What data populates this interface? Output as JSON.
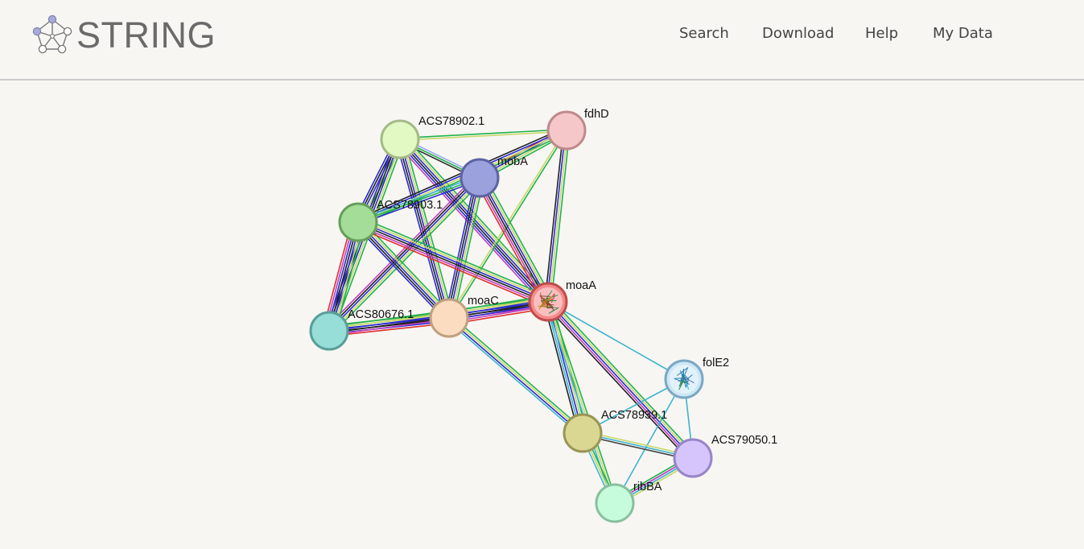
{
  "app": {
    "name": "STRING",
    "logo_icon": "network-logo-icon"
  },
  "nav": {
    "items": [
      {
        "id": "search",
        "label": "Search"
      },
      {
        "id": "download",
        "label": "Download"
      },
      {
        "id": "help",
        "label": "Help"
      },
      {
        "id": "mydata",
        "label": "My Data"
      }
    ]
  },
  "network": {
    "nodes": [
      {
        "id": "ACS78902.1",
        "label": "ACS78902.1",
        "fill": "#e2f9c4",
        "stroke": "#a4bb86"
      },
      {
        "id": "fdhD",
        "label": "fdhD",
        "fill": "#f6c7c9",
        "stroke": "#be8a8c"
      },
      {
        "id": "mobA",
        "label": "mobA",
        "fill": "#9aa1dd",
        "stroke": "#5c63a3"
      },
      {
        "id": "ACS78903.1",
        "label": "ACS78903.1",
        "fill": "#a3dd97",
        "stroke": "#65a059"
      },
      {
        "id": "ACS80676.1",
        "label": "ACS80676.1",
        "fill": "#96ded7",
        "stroke": "#589f99"
      },
      {
        "id": "moaC",
        "label": "moaC",
        "fill": "#fbdcc0",
        "stroke": "#bea080"
      },
      {
        "id": "moaA",
        "label": "moaA",
        "fill": "#f58b8b",
        "stroke": "#c04c4c",
        "has_structure": true
      },
      {
        "id": "folE2",
        "label": "folE2",
        "fill": "#cde7f5",
        "stroke": "#7aa8c5",
        "has_structure": true
      },
      {
        "id": "ACS78939.1",
        "label": "ACS78939.1",
        "fill": "#dad792",
        "stroke": "#999656"
      },
      {
        "id": "ACS79050.1",
        "label": "ACS79050.1",
        "fill": "#d6c4fd",
        "stroke": "#9785c8"
      },
      {
        "id": "ribBA",
        "label": "ribBA",
        "fill": "#c6fcdb",
        "stroke": "#88c09d"
      }
    ],
    "edges": [
      {
        "source": "ACS78902.1",
        "target": "fdhD",
        "colors": [
          "#23b24b",
          "#c8d96a"
        ]
      },
      {
        "source": "ACS78902.1",
        "target": "mobA",
        "colors": [
          "#9da6ff",
          "#23b24b",
          "#2c2c2c"
        ]
      },
      {
        "source": "ACS78902.1",
        "target": "ACS78903.1",
        "colors": [
          "#23b24b",
          "#c8d96a",
          "#2b2bd1",
          "#222",
          "#2b2bd1"
        ]
      },
      {
        "source": "ACS78902.1",
        "target": "ACS80676.1",
        "colors": [
          "#23b24b",
          "#c8d96a",
          "#2b2bd1",
          "#222",
          "#2b2bd1"
        ]
      },
      {
        "source": "ACS78902.1",
        "target": "moaC",
        "colors": [
          "#23b24b",
          "#c8d96a",
          "#2b2bd1",
          "#222",
          "#2b2bd1"
        ]
      },
      {
        "source": "ACS78902.1",
        "target": "moaA",
        "colors": [
          "#23b24b",
          "#c8d96a",
          "#2b2bd1",
          "#222",
          "#2b2bd1",
          "#c040c0"
        ]
      },
      {
        "source": "fdhD",
        "target": "mobA",
        "colors": [
          "#23b24b",
          "#c8d96a",
          "#2b2bd1",
          "#e03030"
        ]
      },
      {
        "source": "fdhD",
        "target": "ACS78903.1",
        "colors": [
          "#23b24b",
          "#c8d96a",
          "#2b2bd1",
          "#222"
        ]
      },
      {
        "source": "fdhD",
        "target": "moaC",
        "colors": [
          "#23b24b",
          "#c8d96a"
        ]
      },
      {
        "source": "fdhD",
        "target": "moaA",
        "colors": [
          "#23b24b",
          "#c8d96a",
          "#2b2bd1",
          "#222"
        ]
      },
      {
        "source": "mobA",
        "target": "ACS78903.1",
        "colors": [
          "#2b2bd1",
          "#23b24b",
          "#3db4d0"
        ]
      },
      {
        "source": "mobA",
        "target": "ACS80676.1",
        "colors": [
          "#23b24b",
          "#c8d96a",
          "#2b2bd1",
          "#222",
          "#c040c0"
        ]
      },
      {
        "source": "mobA",
        "target": "moaC",
        "colors": [
          "#23b24b",
          "#c8d96a",
          "#2b2bd1",
          "#222",
          "#2b2bd1"
        ]
      },
      {
        "source": "mobA",
        "target": "moaA",
        "colors": [
          "#23b24b",
          "#c8d96a",
          "#2b2bd1",
          "#222",
          "#c040c0",
          "#e03030"
        ]
      },
      {
        "source": "ACS78903.1",
        "target": "ACS80676.1",
        "colors": [
          "#23b24b",
          "#c8d96a",
          "#2b2bd1",
          "#222",
          "#2b2bd1",
          "#c040c0",
          "#e03030"
        ]
      },
      {
        "source": "ACS78903.1",
        "target": "moaC",
        "colors": [
          "#23b24b",
          "#c8d96a",
          "#2b2bd1",
          "#222",
          "#2b2bd1"
        ]
      },
      {
        "source": "ACS78903.1",
        "target": "moaA",
        "colors": [
          "#23b24b",
          "#c8d96a",
          "#2b2bd1",
          "#222",
          "#c040c0",
          "#e03030"
        ]
      },
      {
        "source": "ACS80676.1",
        "target": "moaC",
        "colors": [
          "#23b24b",
          "#c8d96a",
          "#2b2bd1",
          "#222",
          "#2b2bd1",
          "#e03030"
        ]
      },
      {
        "source": "ACS80676.1",
        "target": "moaA",
        "colors": [
          "#23b24b",
          "#c8d96a",
          "#2b2bd1",
          "#222",
          "#c040c0"
        ]
      },
      {
        "source": "moaC",
        "target": "moaA",
        "colors": [
          "#23b24b",
          "#c8d96a",
          "#2b2bd1",
          "#222",
          "#2b2bd1",
          "#c040c0",
          "#e03030"
        ]
      },
      {
        "source": "moaC",
        "target": "ACS78939.1",
        "colors": [
          "#23b24b",
          "#c8d96a",
          "#2b2bd1",
          "#3db4d0"
        ]
      },
      {
        "source": "moaA",
        "target": "ACS78939.1",
        "colors": [
          "#23b24b",
          "#c8d96a",
          "#2b2bd1",
          "#3db4d0",
          "#222"
        ]
      },
      {
        "source": "moaA",
        "target": "folE2",
        "colors": [
          "#3db4d0"
        ]
      },
      {
        "source": "moaA",
        "target": "ACS79050.1",
        "colors": [
          "#23b24b",
          "#c8d96a",
          "#2b2bd1",
          "#c040c0",
          "#222"
        ]
      },
      {
        "source": "moaA",
        "target": "ribBA",
        "colors": [
          "#23b24b",
          "#c8d96a",
          "#3db4d0"
        ]
      },
      {
        "source": "folE2",
        "target": "ACS78939.1",
        "colors": [
          "#3db4d0"
        ]
      },
      {
        "source": "folE2",
        "target": "ACS79050.1",
        "colors": [
          "#3db4d0"
        ]
      },
      {
        "source": "folE2",
        "target": "ribBA",
        "colors": [
          "#3db4d0"
        ]
      },
      {
        "source": "ACS78939.1",
        "target": "ACS79050.1",
        "colors": [
          "#c8d96a",
          "#3db4d0",
          "#444"
        ]
      },
      {
        "source": "ACS78939.1",
        "target": "ribBA",
        "colors": [
          "#23b24b",
          "#c8d96a",
          "#3db4d0"
        ]
      },
      {
        "source": "ACS79050.1",
        "target": "ribBA",
        "colors": [
          "#c8d96a",
          "#3db4d0",
          "#c040c0",
          "#23b24b"
        ]
      }
    ]
  }
}
